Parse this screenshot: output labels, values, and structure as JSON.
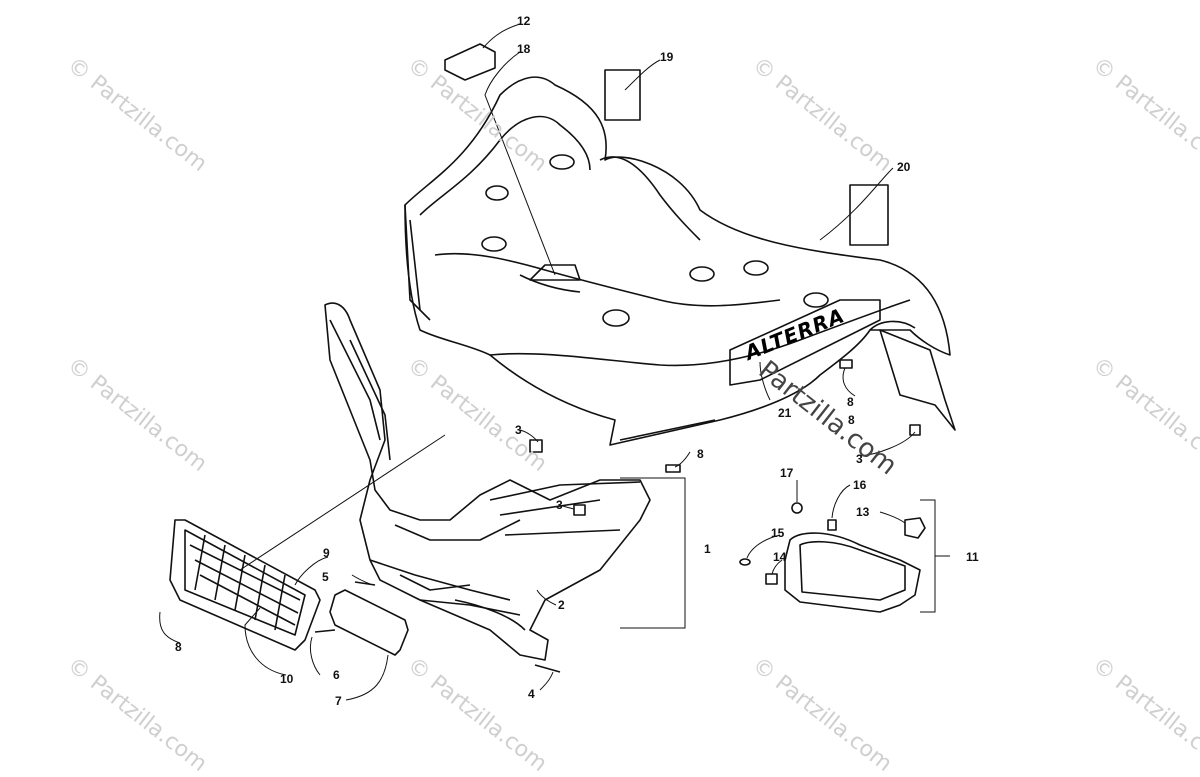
{
  "watermark": "© Partzilla.com",
  "watermark_brand": "Partzilla.com",
  "decal_text": "ALTERRA",
  "callouts": [
    "1",
    "2",
    "3",
    "3",
    "3",
    "4",
    "5",
    "6",
    "7",
    "8",
    "8",
    "8",
    "8",
    "9",
    "10",
    "11",
    "12",
    "13",
    "14",
    "15",
    "16",
    "17",
    "18",
    "19",
    "20",
    "21"
  ]
}
